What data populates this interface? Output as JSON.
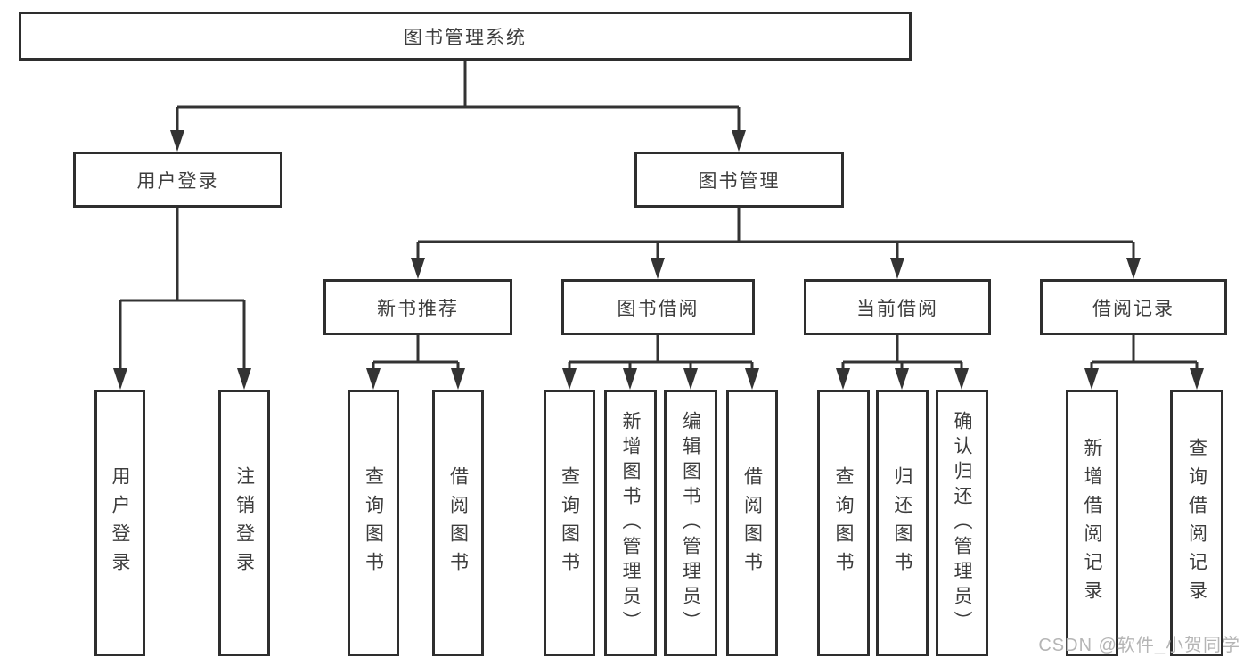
{
  "colors": {
    "line": "#333333",
    "box_border": "#2e2e2e",
    "text": "#3d3d3d",
    "watermark": "#b5b5b5"
  },
  "watermark": "CSDN @软件_小贺同学",
  "tree": {
    "root": {
      "label": "图书管理系统"
    },
    "branches": [
      {
        "label": "用户登录",
        "children": [
          {
            "label": "用户登录"
          },
          {
            "label": "注销登录"
          }
        ]
      },
      {
        "label": "图书管理",
        "children": [
          {
            "label": "新书推荐",
            "children": [
              {
                "label": "查询图书"
              },
              {
                "label": "借阅图书"
              }
            ]
          },
          {
            "label": "图书借阅",
            "children": [
              {
                "label": "查询图书"
              },
              {
                "label": "新增图书（管理员）"
              },
              {
                "label": "编辑图书（管理员）"
              },
              {
                "label": "借阅图书"
              }
            ]
          },
          {
            "label": "当前借阅",
            "children": [
              {
                "label": "查询图书"
              },
              {
                "label": "归还图书"
              },
              {
                "label": "确认归还（管理员）"
              }
            ]
          },
          {
            "label": "借阅记录",
            "children": [
              {
                "label": "新增借阅记录"
              },
              {
                "label": "查询借阅记录"
              }
            ]
          }
        ]
      }
    ]
  }
}
